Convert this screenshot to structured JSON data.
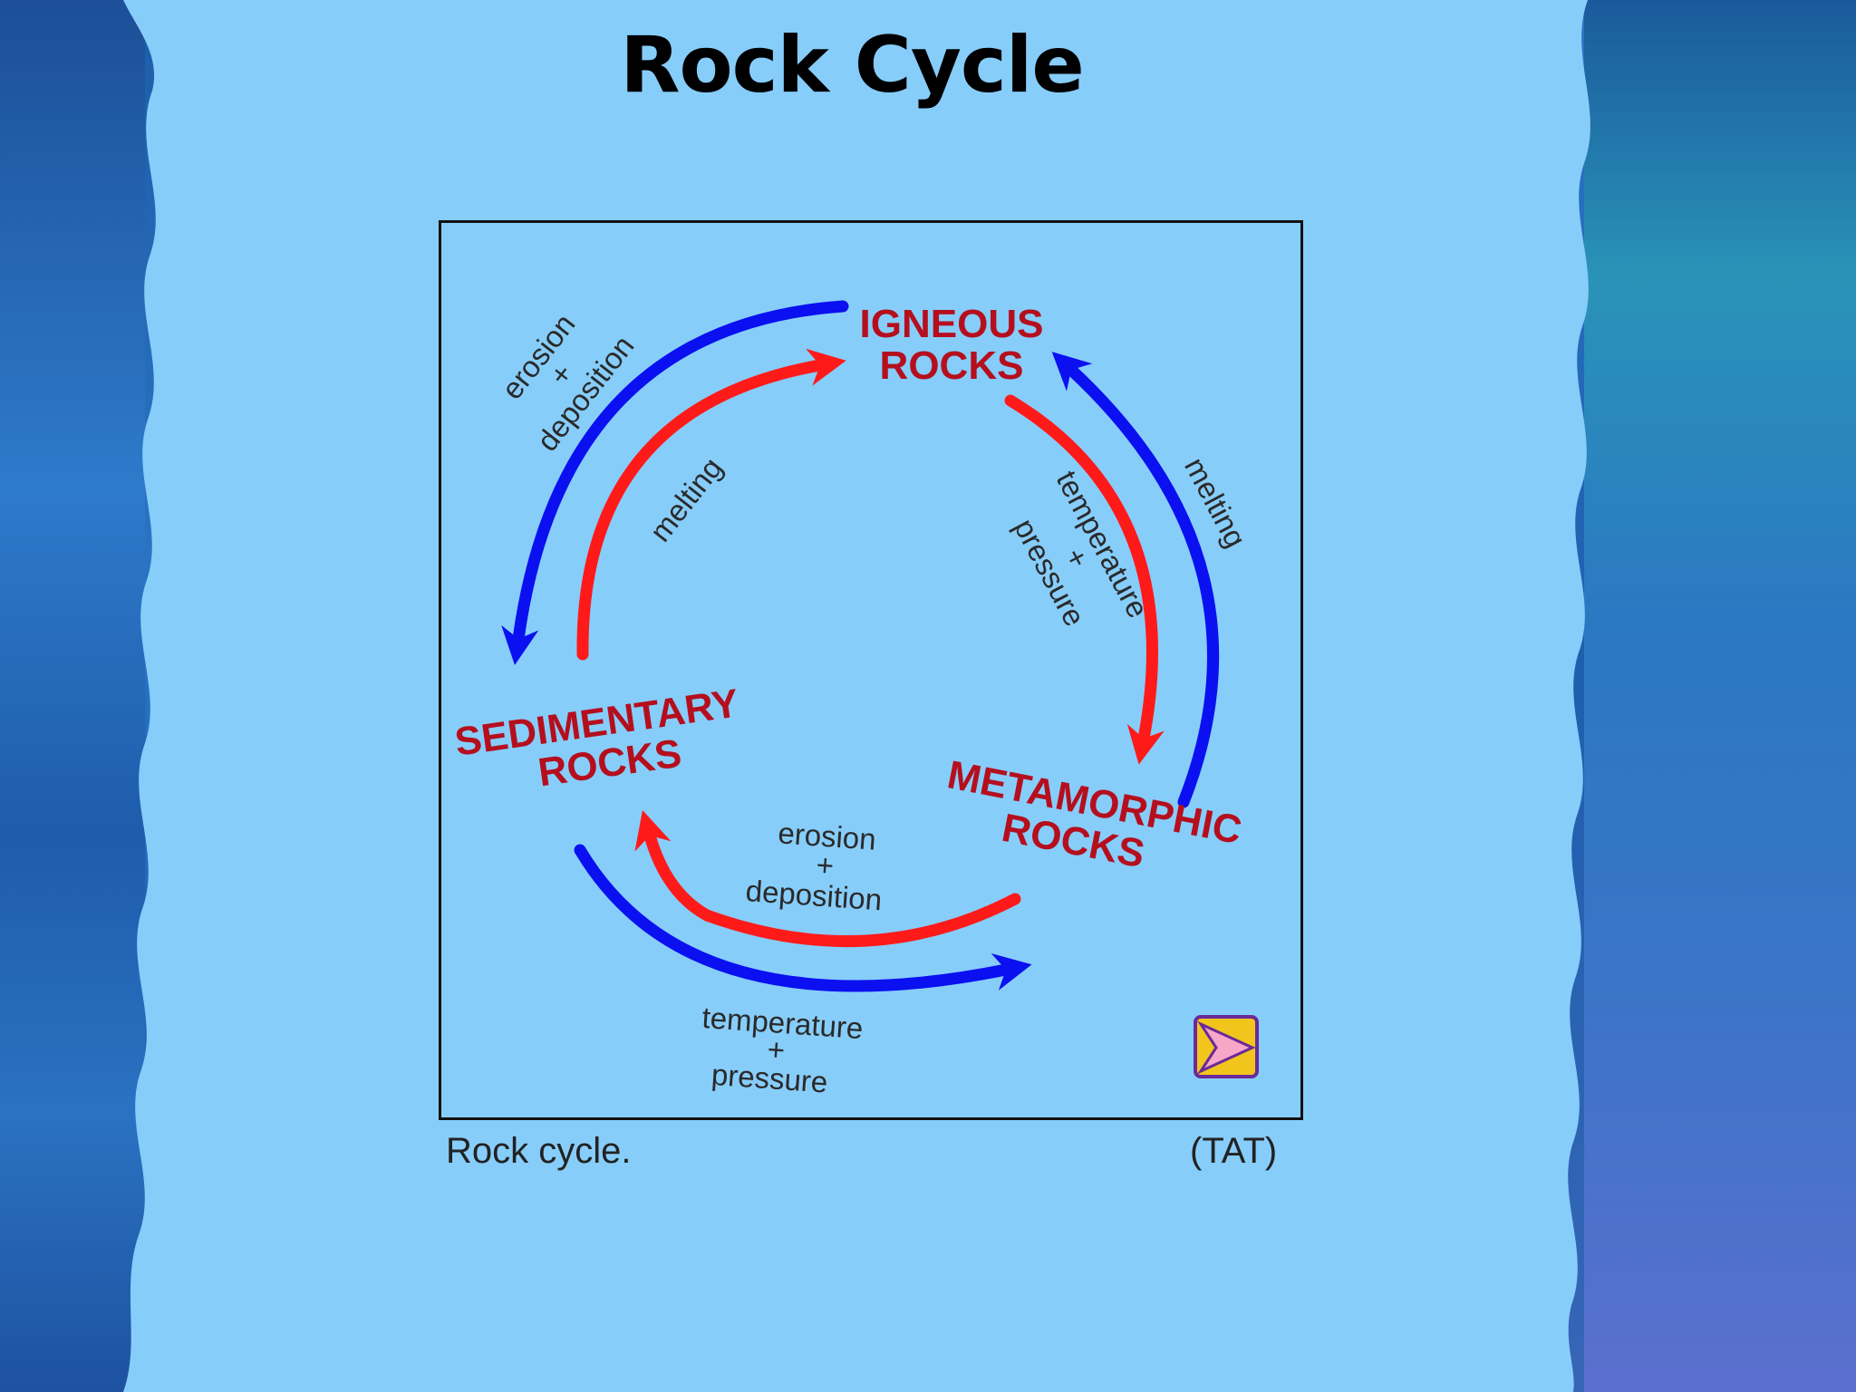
{
  "slide": {
    "title": "Rock Cycle"
  },
  "diagram": {
    "rocks": {
      "igneous": [
        "IGNEOUS",
        "ROCKS"
      ],
      "sedimentary": [
        "SEDIMENTARY",
        "ROCKS"
      ],
      "metamorphic": [
        "METAMORPHIC",
        "ROCKS"
      ]
    },
    "processes": {
      "top_left_outer": [
        "erosion",
        "+",
        "deposition"
      ],
      "top_left_inner": "melting",
      "right_inner": [
        "temperature",
        "+",
        "pressure"
      ],
      "right_outer": "melting",
      "bottom_inner": [
        "erosion",
        "+",
        "deposition"
      ],
      "bottom_outer": [
        "temperature",
        "+",
        "pressure"
      ]
    },
    "colors": {
      "red_arrow": "#ff1a1a",
      "blue_arrow": "#0a10f0",
      "rock_label": "#b50f1e"
    },
    "icons": {
      "nav": "next-arrow-icon"
    }
  },
  "caption": {
    "left": "Rock cycle.",
    "right": "(TAT)"
  }
}
